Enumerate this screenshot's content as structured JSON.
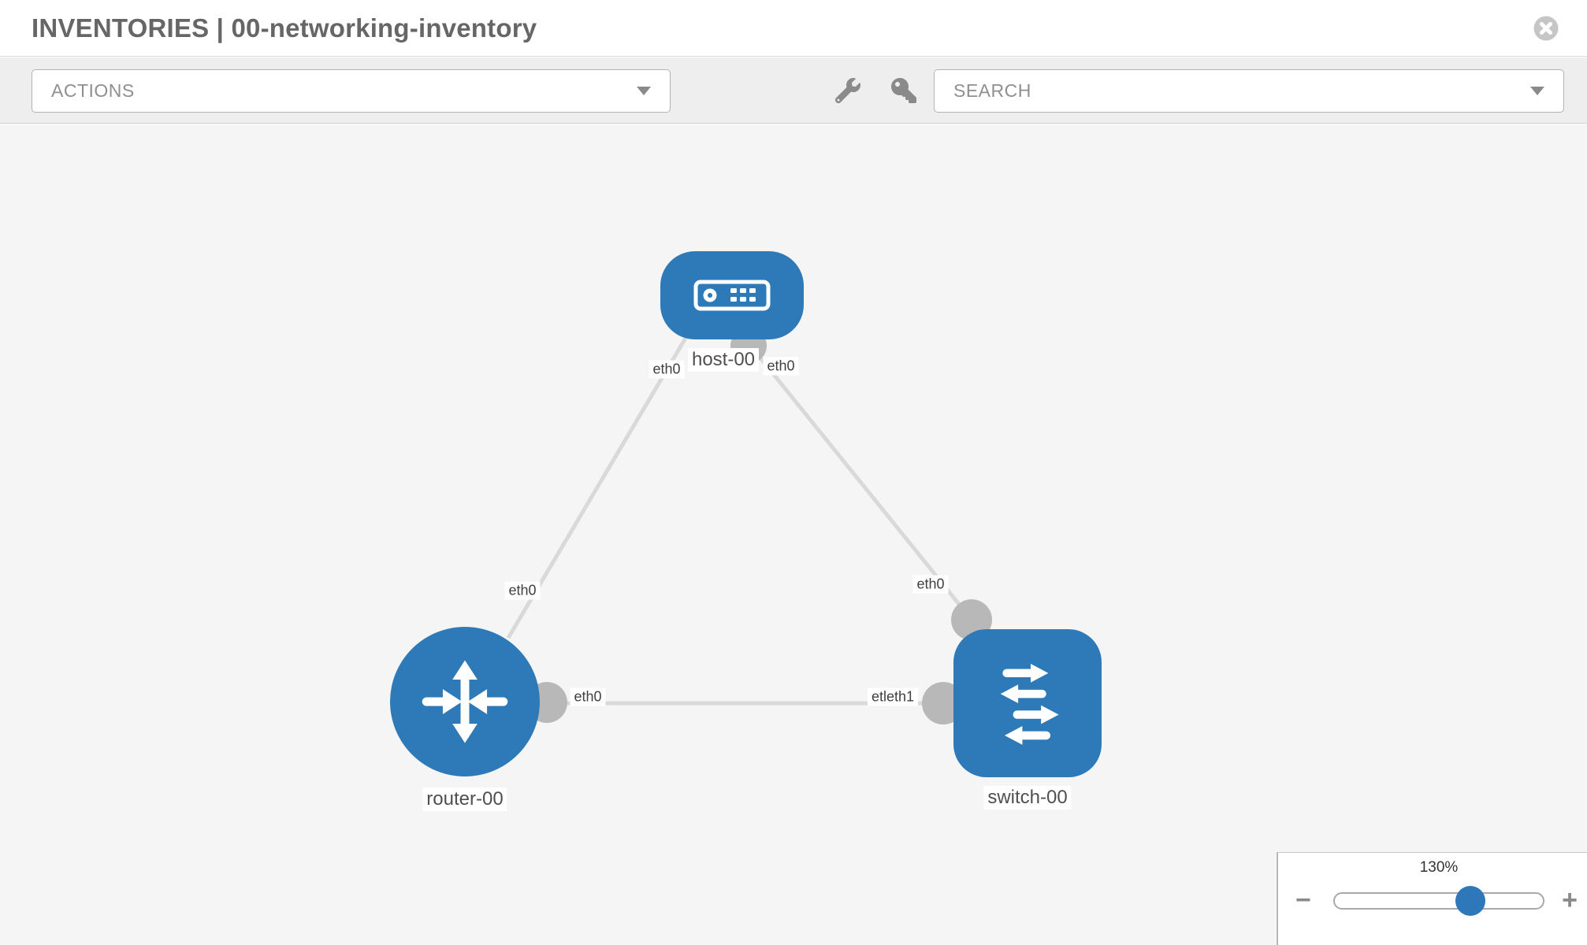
{
  "header": {
    "title": "INVENTORIES | 00-networking-inventory"
  },
  "toolbar": {
    "actions_label": "ACTIONS",
    "search_label": "SEARCH",
    "tool_icons": [
      "wrench-icon",
      "key-icon"
    ]
  },
  "topology": {
    "nodes": [
      {
        "id": "host-00",
        "type": "host",
        "label": "host-00"
      },
      {
        "id": "router-00",
        "type": "router",
        "label": "router-00"
      },
      {
        "id": "switch-00",
        "type": "switch",
        "label": "switch-00"
      }
    ],
    "links": [
      {
        "from": "host-00",
        "to": "router-00",
        "from_port": "eth0",
        "to_port": "eth0"
      },
      {
        "from": "host-00",
        "to": "switch-00",
        "from_port": "eth0",
        "to_port": "eth0"
      },
      {
        "from": "router-00",
        "to": "switch-00",
        "from_port": "eth0",
        "to_port": "etleth1"
      }
    ]
  },
  "zoom_control": {
    "value_label": "130%",
    "minus_label": "−",
    "plus_label": "+",
    "percent": 65
  },
  "colors": {
    "node_blue": "#2e79b8",
    "link_gray": "#d9d9d9",
    "port_gray": "#b8b8b8",
    "toolbar_bg": "#eeeeee",
    "canvas_bg": "#f5f5f5",
    "title_gray": "#666666"
  }
}
